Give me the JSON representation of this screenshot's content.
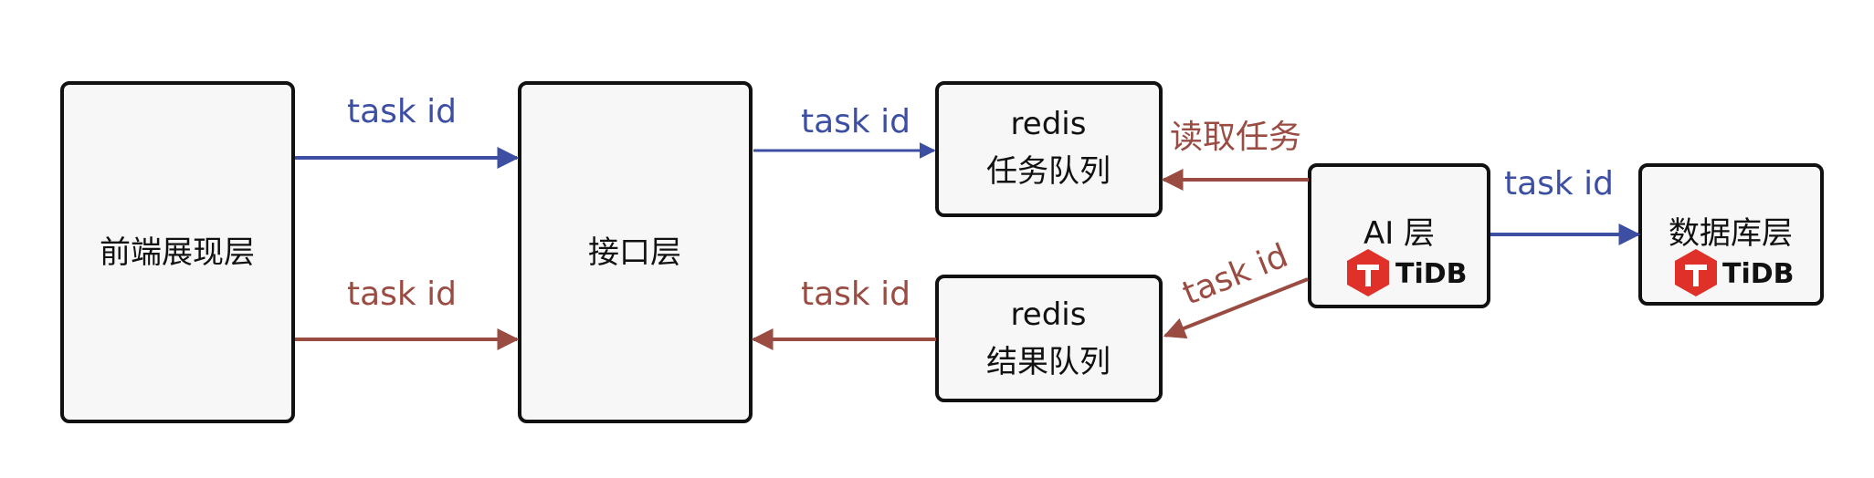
{
  "colors": {
    "blue": "#3d4fa3",
    "red": "#9a4c43",
    "tidb_red": "#e0302a"
  },
  "nodes": {
    "frontend": {
      "label": "前端展现层"
    },
    "api": {
      "label": "接口层"
    },
    "redis_task": {
      "line1": "redis",
      "line2": "任务队列"
    },
    "redis_result": {
      "line1": "redis",
      "line2": "结果队列"
    },
    "ai": {
      "label": "AI 层",
      "logo": "TiDB"
    },
    "database": {
      "label": "数据库层",
      "logo": "TiDB"
    }
  },
  "edges": {
    "frontend_to_api_top": {
      "label": "task id",
      "color": "blue"
    },
    "frontend_to_api_bottom": {
      "label": "task id",
      "color": "red"
    },
    "api_to_redis_task": {
      "label": "task id",
      "color": "blue"
    },
    "ai_to_redis_task": {
      "label": "读取任务",
      "color": "red"
    },
    "ai_to_redis_result": {
      "label": "task id",
      "color": "red"
    },
    "redis_result_to_api": {
      "label": "task id",
      "color": "red"
    },
    "ai_to_database": {
      "label": "task id",
      "color": "blue"
    }
  }
}
